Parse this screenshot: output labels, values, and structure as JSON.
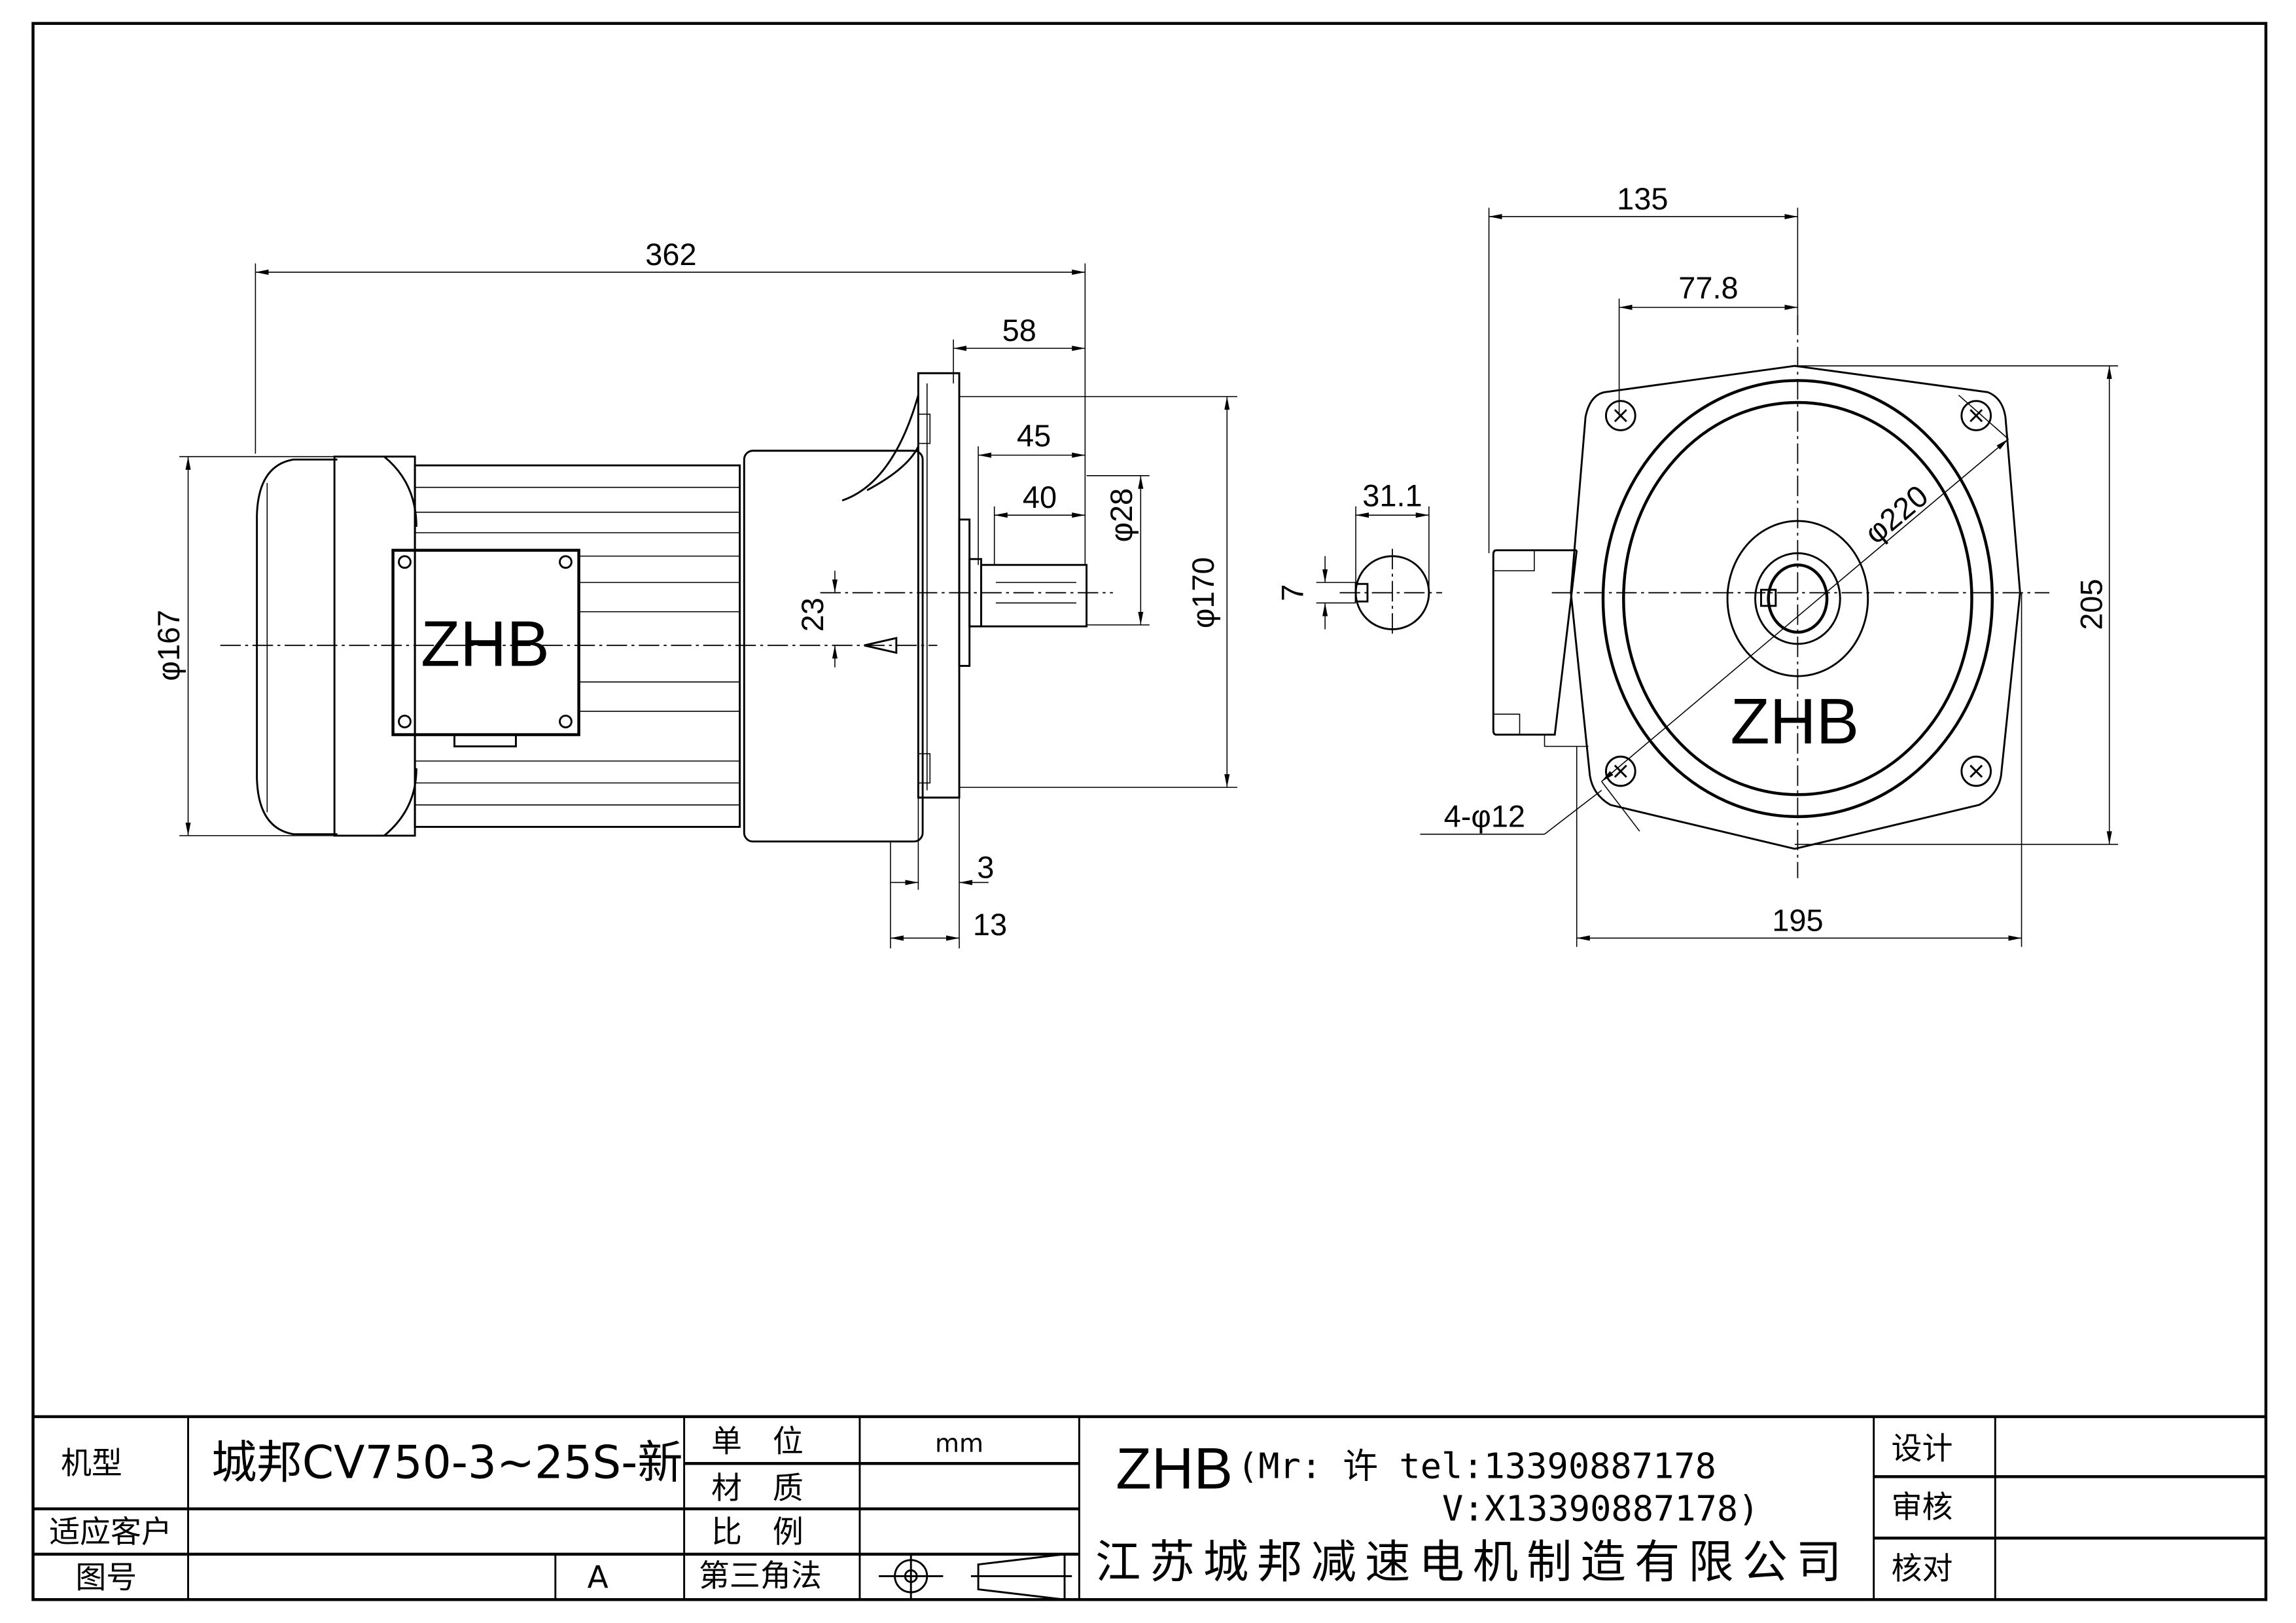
{
  "side_view": {
    "logo": "ZHB",
    "dims": {
      "overall_length": "362",
      "d58": "58",
      "d45": "45",
      "d40": "40",
      "shaft_dia": "φ28",
      "flange_dia": "φ170",
      "motor_dia": "φ167",
      "offset": "23",
      "d3": "3",
      "d13": "13"
    }
  },
  "key_detail": {
    "width": "7",
    "height": "31.1"
  },
  "front_view": {
    "logo": "ZHB",
    "dims": {
      "d135": "135",
      "d77_8": "77.8",
      "d205": "205",
      "d195": "195",
      "pcd": "φ220",
      "holes": "4-φ12"
    }
  },
  "title_block": {
    "model_label": "机型",
    "model_value": "城邦CV750-3~25S-新",
    "customer_label": "适应客户",
    "drawing_no_label": "图号",
    "revision": "A",
    "unit_label": "单　位",
    "unit_value": "mm",
    "material_label": "材　质",
    "scale_label": "比　例",
    "projection_label": "第三角法",
    "brand": "ZHB",
    "contact_line1": "(Mr: 许 tel:13390887178",
    "contact_line2": "V:X13390887178)",
    "company": "江苏城邦减速电机制造有限公司",
    "design_label": "设计",
    "review_label": "审核",
    "check_label": "核对"
  }
}
